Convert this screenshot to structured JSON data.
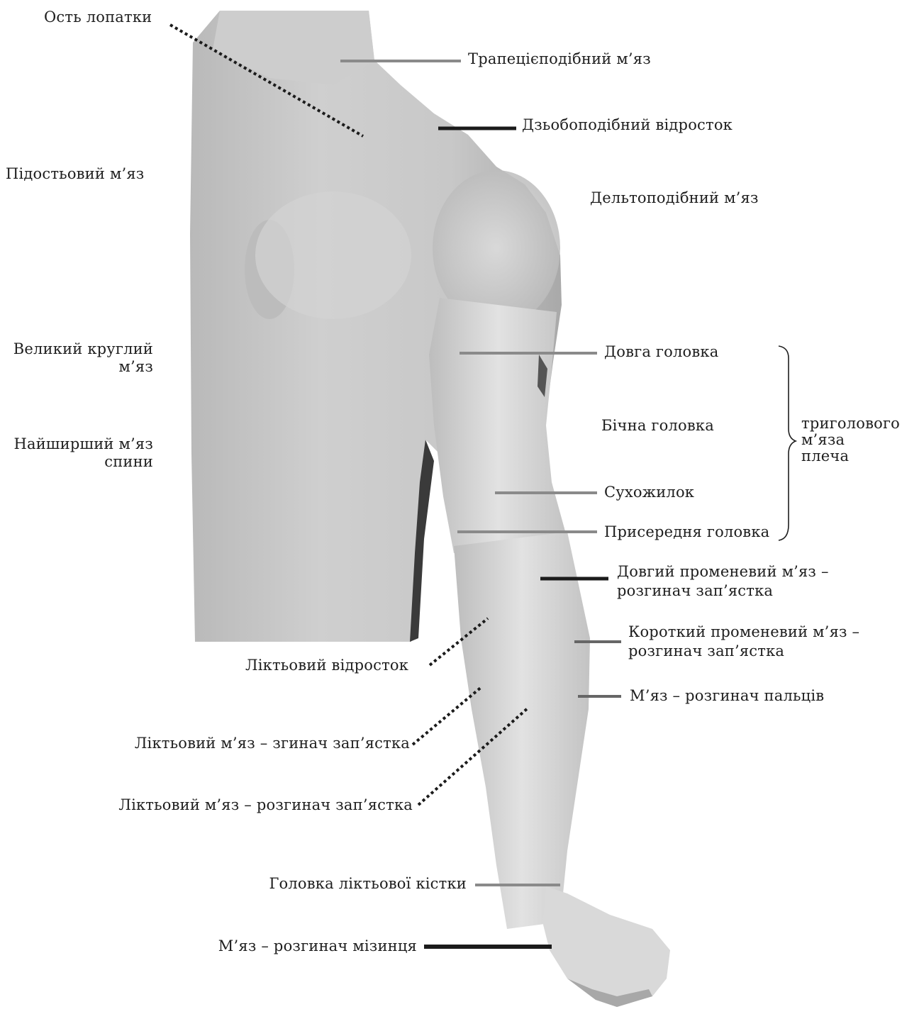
{
  "labels": {
    "ost_lopatky": "Ость лопатки",
    "trapetsiepodibnyi": "Трапецієподібний м’яз",
    "dzobopodibnyi": "Дзьобоподібний відросток",
    "pidostovyi": "Підостьовий м’яз",
    "deltopodibnyi": "Дельтоподібний м’яз",
    "velykyi_kruhlyi": "Великий круглий\nм’яз",
    "naishyrshyi": "Найширший м’яз\nспини",
    "dovha_holovka": "Довга головка",
    "bichna_holovka": "Бічна головка",
    "tryholovyi": "триголового\nм’яза\nплеча",
    "sukhozhylok": "Сухожилок",
    "pryseredniia_holovka": "Присередня головка",
    "dovhyi_promenevyi": "Довгий променевий м’яз –\nрозгинач зап’ястка",
    "korotkyi_promenevyi": "Короткий променевий м’яз –\nрозгинач зап’ястка",
    "liktovyi_vidrostok": "Ліктьовий відросток",
    "rozhynach_paltsiv": "М’яз – розгинач пальців",
    "liktovyi_zhynach": "Ліктьовий м’яз – згинач зап’ястка",
    "liktovyi_rozhynach": "Ліктьовий м’яз – розгинач зап’ястка",
    "holovka_liktovoi": "Головка ліктьової кістки",
    "rozhynach_mizyntsia": "М’яз – розгинач мізинця"
  },
  "colors": {
    "line_dark": "#1b1b1b",
    "line_gray": "#8a8a8a",
    "skin_light": "#e6e6e6",
    "skin_mid": "#c4c4c4",
    "skin_dark": "#7a7a7a"
  }
}
